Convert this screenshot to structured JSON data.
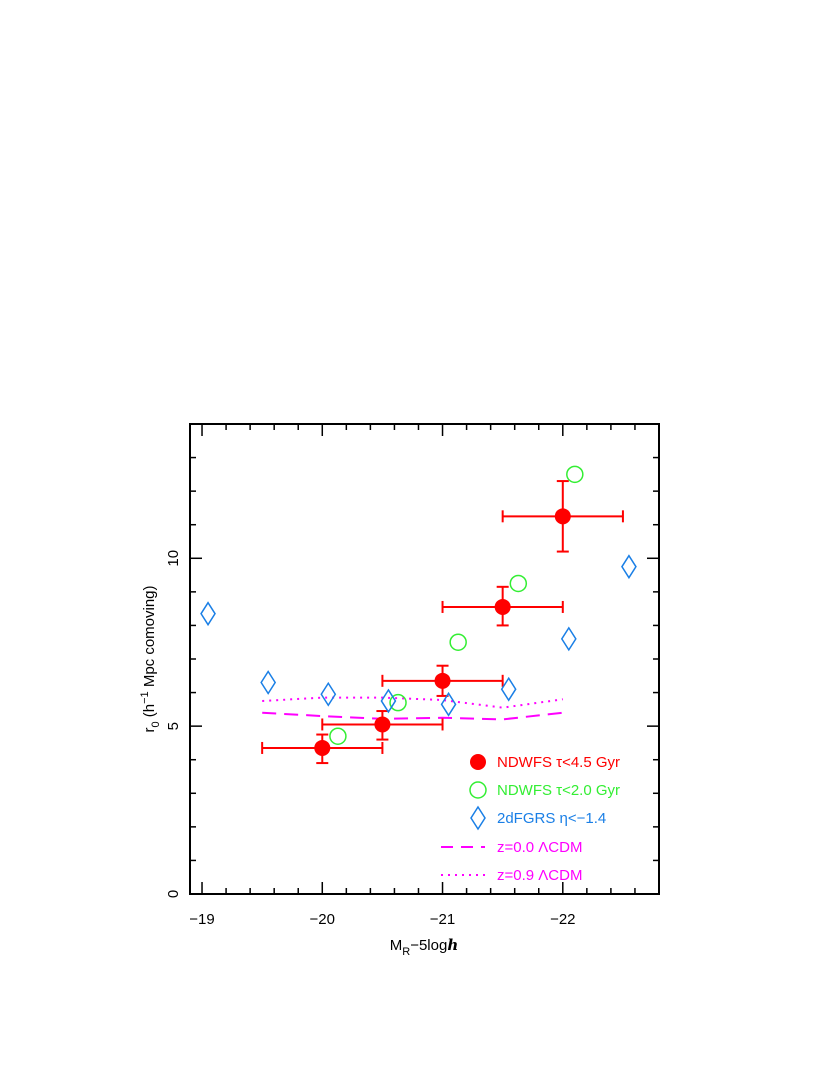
{
  "chart_data": {
    "type": "scatter",
    "title": "",
    "xlabel": "M_R−5logh",
    "ylabel": "r_0 (h^-1 Mpc comoving)",
    "xlabel_parts": {
      "main": "M",
      "sub": "R",
      "rest": "−5log",
      "italic": "h"
    },
    "ylabel_parts": {
      "main": "r",
      "sub": "0",
      "open": " (h",
      "sup": "−1",
      "rest": " Mpc comoving)"
    },
    "xlim": [
      -18.9,
      -22.8
    ],
    "ylim": [
      0,
      14
    ],
    "x_ticks": [
      -19,
      -20,
      -21,
      -22
    ],
    "x_tick_labels": [
      "−19",
      "−20",
      "−21",
      "−22"
    ],
    "y_ticks": [
      0,
      5,
      10
    ],
    "y_tick_labels": [
      "0",
      "5",
      "10"
    ],
    "grid": false,
    "legend_placement": "bottom-right",
    "colors": {
      "red": "#ff0000",
      "green": "#33ee33",
      "blue": "#1a7fe6",
      "magenta": "#ff00ff",
      "axis": "#000000"
    },
    "series": [
      {
        "name": "NDWFS τ<4.5 Gyr",
        "marker": "filled-circle",
        "color": "#ff0000",
        "points": [
          {
            "x": -20.0,
            "y": 4.35,
            "xerr": [
              -19.5,
              -20.5
            ],
            "yerr": [
              3.9,
              4.75
            ]
          },
          {
            "x": -20.5,
            "y": 5.05,
            "xerr": [
              -20.0,
              -21.0
            ],
            "yerr": [
              4.6,
              5.45
            ]
          },
          {
            "x": -21.0,
            "y": 6.35,
            "xerr": [
              -20.5,
              -21.5
            ],
            "yerr": [
              5.9,
              6.8
            ]
          },
          {
            "x": -21.5,
            "y": 8.55,
            "xerr": [
              -21.0,
              -22.0
            ],
            "yerr": [
              8.0,
              9.15
            ]
          },
          {
            "x": -22.0,
            "y": 11.25,
            "xerr": [
              -21.5,
              -22.5
            ],
            "yerr": [
              10.2,
              12.3
            ]
          }
        ]
      },
      {
        "name": "NDWFS τ<2.0 Gyr",
        "marker": "open-circle",
        "color": "#33ee33",
        "points": [
          {
            "x": -20.13,
            "y": 4.7
          },
          {
            "x": -20.63,
            "y": 5.7
          },
          {
            "x": -21.13,
            "y": 7.5
          },
          {
            "x": -21.63,
            "y": 9.25
          },
          {
            "x": -22.1,
            "y": 12.5
          }
        ]
      },
      {
        "name": "2dFGRS η<−1.4",
        "marker": "open-diamond",
        "color": "#1a7fe6",
        "points": [
          {
            "x": -19.05,
            "y": 8.35
          },
          {
            "x": -19.55,
            "y": 6.3
          },
          {
            "x": -20.05,
            "y": 5.95
          },
          {
            "x": -20.55,
            "y": 5.75
          },
          {
            "x": -21.05,
            "y": 5.65
          },
          {
            "x": -21.55,
            "y": 6.1
          },
          {
            "x": -22.05,
            "y": 7.6
          },
          {
            "x": -22.55,
            "y": 9.75
          }
        ]
      },
      {
        "name": "z=0.0 ΛCDM",
        "line": "dashed",
        "color": "#ff00ff",
        "points": [
          {
            "x": -19.5,
            "y": 5.4
          },
          {
            "x": -20.0,
            "y": 5.3
          },
          {
            "x": -20.5,
            "y": 5.22
          },
          {
            "x": -21.0,
            "y": 5.25
          },
          {
            "x": -21.5,
            "y": 5.2
          },
          {
            "x": -22.0,
            "y": 5.4
          }
        ]
      },
      {
        "name": "z=0.9 ΛCDM",
        "line": "dotted",
        "color": "#ff00ff",
        "points": [
          {
            "x": -19.5,
            "y": 5.75
          },
          {
            "x": -20.0,
            "y": 5.85
          },
          {
            "x": -20.5,
            "y": 5.85
          },
          {
            "x": -21.0,
            "y": 5.78
          },
          {
            "x": -21.5,
            "y": 5.55
          },
          {
            "x": -22.0,
            "y": 5.8
          }
        ]
      }
    ]
  }
}
